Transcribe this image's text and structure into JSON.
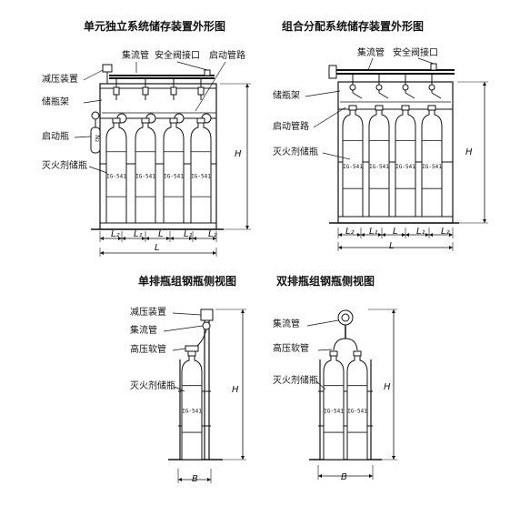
{
  "titles": {
    "unit_system": "单元独立系统储存装置外形图",
    "combined_system": "组合分配系统储存装置外形图",
    "single_row": "单排瓶组钢瓶侧视图",
    "double_row": "双排瓶组钢瓶侧视图"
  },
  "labels": {
    "pressure_reducer": "减压装置",
    "cylinder_rack": "储瓶架",
    "start_cylinder": "启动瓶",
    "agent_cylinder": "灭火剂储瓶",
    "manifold": "集流管",
    "safety_valve_port": "安全阀接口",
    "start_pipeline": "启动管路",
    "high_pressure_hose": "高压软管",
    "n2_mark": "N₂"
  },
  "dimensions": {
    "H": "H",
    "L": "L",
    "L1": "L₁",
    "L2": "L₂",
    "B": "B"
  },
  "bottle_label": "IG-541",
  "cylinder_count_per_row": 4
}
